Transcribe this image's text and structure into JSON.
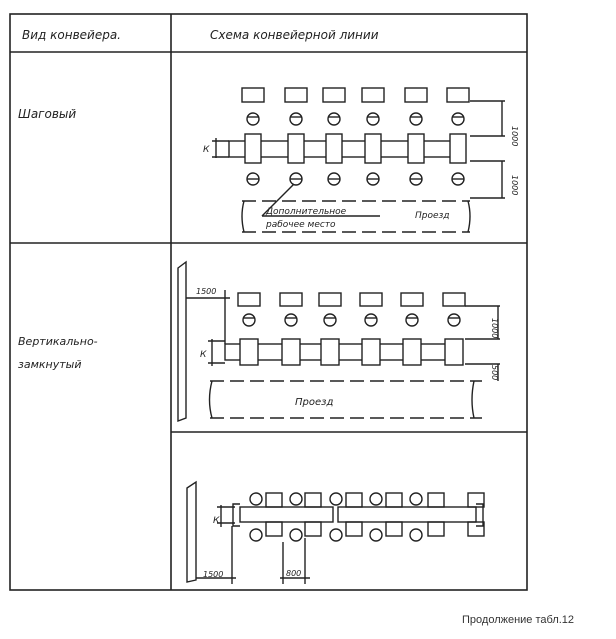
{
  "table": {
    "headers": [
      "Вид конвейера.",
      "Схема конвейерной линии"
    ],
    "rows": [
      {
        "type": "Шаговый",
        "labels": {
          "dim_top": "1000",
          "dim_bottom": "1000",
          "k": "К",
          "extra_place_1": "Дополнительное",
          "extra_place_2": "рабочее место",
          "passage": "Проезд"
        }
      },
      {
        "type_1": "Вертикально-",
        "type_2": "замкнутый",
        "labels": {
          "dim_wall": "1500",
          "dim_top": "1000",
          "dim_bottom": "500",
          "k": "К",
          "passage": "Проезд"
        }
      },
      {
        "labels": {
          "dim_wall": "1500",
          "dim_pitch": "800",
          "k": "К"
        }
      }
    ]
  },
  "footer": "Продолжение табл.12"
}
